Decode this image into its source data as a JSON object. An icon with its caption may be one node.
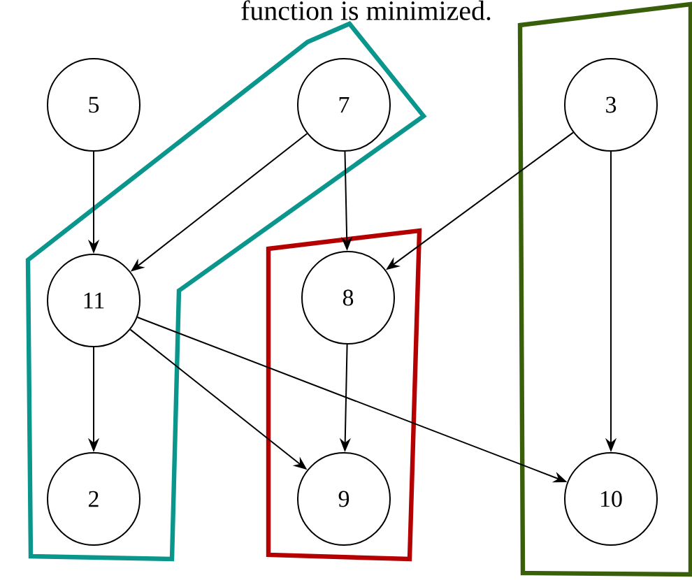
{
  "diagram": {
    "nodes": [
      {
        "text": [],
        "shape": "polygon"
      },
      {
        "text": [
          "5"
        ]
      },
      {
        "text": [
          "7"
        ],
        "in": 0
      },
      {
        "text": [],
        "shape": "polygon"
      },
      {
        "text": [],
        "shape": "polygon"
      },
      {
        "text": [
          "3"
        ],
        "in": 4
      },
      {
        "text": [
          "11"
        ],
        "in": 0
      },
      {
        "text": [
          "8"
        ],
        "in": 3
      },
      {
        "text": [
          "2"
        ],
        "in": 0
      },
      {
        "text": [
          "9"
        ],
        "in": 3
      },
      {
        "text": [
          "10"
        ],
        "in": 4
      }
    ],
    "edges": [
      {
        "from": 1,
        "to": 6,
        "arrow": "to"
      },
      {
        "from": 2,
        "to": 6,
        "arrow": "to"
      },
      {
        "from": 2,
        "to": 7,
        "arrow": "to"
      },
      {
        "from": 5,
        "to": 7,
        "arrow": "to"
      },
      {
        "from": 5,
        "to": 10,
        "arrow": "to"
      },
      {
        "from": 6,
        "to": 8,
        "arrow": "to"
      },
      {
        "from": 6,
        "to": 9,
        "arrow": "to"
      },
      {
        "from": 6,
        "to": 10,
        "arrow": "to"
      },
      {
        "from": 7,
        "to": 9,
        "arrow": "to"
      }
    ],
    "labels": [
      "function is minimized."
    ]
  }
}
